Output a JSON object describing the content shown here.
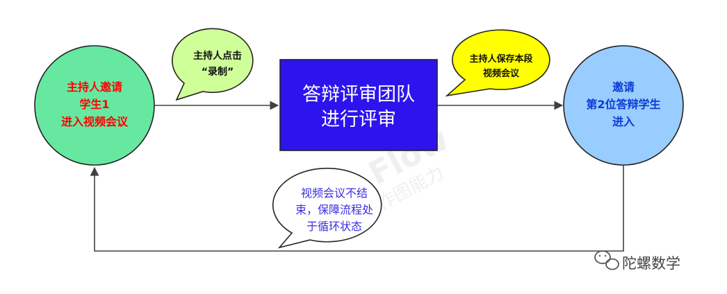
{
  "nodes": {
    "host_invite": {
      "lines": [
        "主持人邀请",
        "学生1",
        "进入视频会议"
      ],
      "fill": "#66e8a0",
      "text_color": "#ff0000"
    },
    "review_team": {
      "lines": [
        "答辩评审团队",
        "进行评审"
      ],
      "fill": "#2d14ee",
      "text_color": "#ffffff"
    },
    "invite_next": {
      "lines": [
        "邀请",
        "第2位答辩学生",
        "进入"
      ],
      "fill": "#99ccff",
      "text_color": "#0b3bd6"
    }
  },
  "callouts": {
    "record": {
      "lines": [
        "主持人点击",
        "“录制”"
      ],
      "fill": "#cfff99"
    },
    "save": {
      "lines": [
        "主持人保存本段",
        "视频会议"
      ],
      "fill": "#ffff00"
    },
    "loop": {
      "lines": [
        "视频会议不结",
        "束，保障流程处",
        "于循环状态"
      ],
      "fill": "#ffffff",
      "text_color": "#3a2ee0"
    }
  },
  "watermark": {
    "line1": "WPS Flow",
    "line2": "仅提供作图能力"
  },
  "brand": {
    "name": "陀螺数学",
    "icon": "wechat-icon"
  },
  "colors": {
    "arrow": "#404040",
    "outline": "#222222"
  }
}
